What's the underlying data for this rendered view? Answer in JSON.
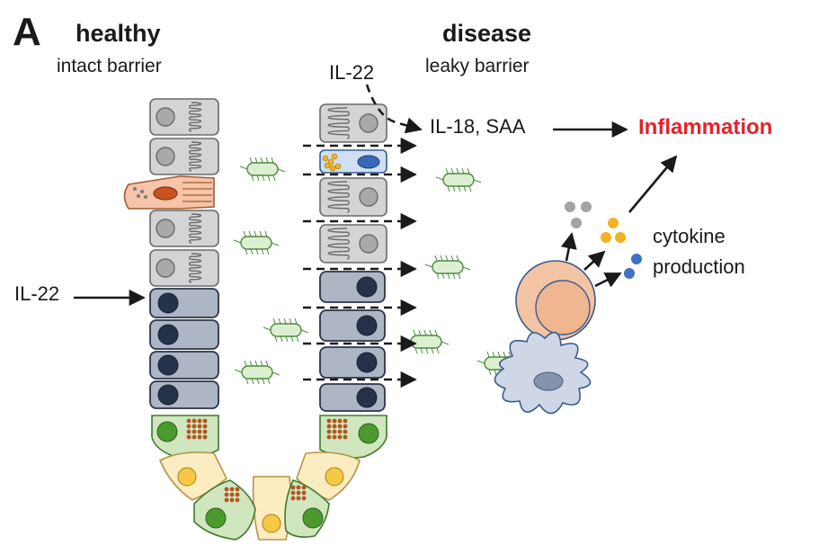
{
  "figure": {
    "panel_label": "A",
    "healthy": {
      "title": "healthy",
      "subtitle": "intact barrier"
    },
    "disease": {
      "title": "disease",
      "subtitle": "leaky barrier"
    },
    "cytokines": {
      "il22_top": "IL-22",
      "il18_saa": "IL-18, SAA",
      "il22_left": "IL-22"
    },
    "outcome": {
      "label": "Inflammation",
      "color": "#e3242b"
    },
    "immune": {
      "line1": "cytokine",
      "line2": "production"
    }
  },
  "colors": {
    "gray_cell": "#d4d4d6",
    "gray_nucleus": "#a9a9ab",
    "tuft_cell": "#f6c4a8",
    "tuft_nucleus": "#c9521f",
    "stem_cell": "#aeb6c6",
    "stem_nucleus": "#26314a",
    "paneth_cell": "#cfe6be",
    "paneth_nucleus": "#4b9a2e",
    "granules": "#b5551f",
    "crypt_cell": "#fbecc2",
    "crypt_nucleus": "#f6c845",
    "bacteria": "#dcefd0",
    "bacteria_outline": "#4d8a3e",
    "enteroendocrine": "#cfe0f4",
    "enteroendocrine_nucleus": "#3868b8",
    "macrophage": "#f3c4a4",
    "dendritic_cell": "#cfd6e6",
    "dendritic_nucleus": "#8593ad",
    "granule_gray": "#a3a3a3",
    "granule_yellow": "#f0b323",
    "granule_blue": "#3f71c6",
    "arrow": "#1a1a1a"
  },
  "icons": [
    "arrow-right-icon",
    "dashed-arrow-icon",
    "bacterium-icon",
    "cell-icon"
  ]
}
